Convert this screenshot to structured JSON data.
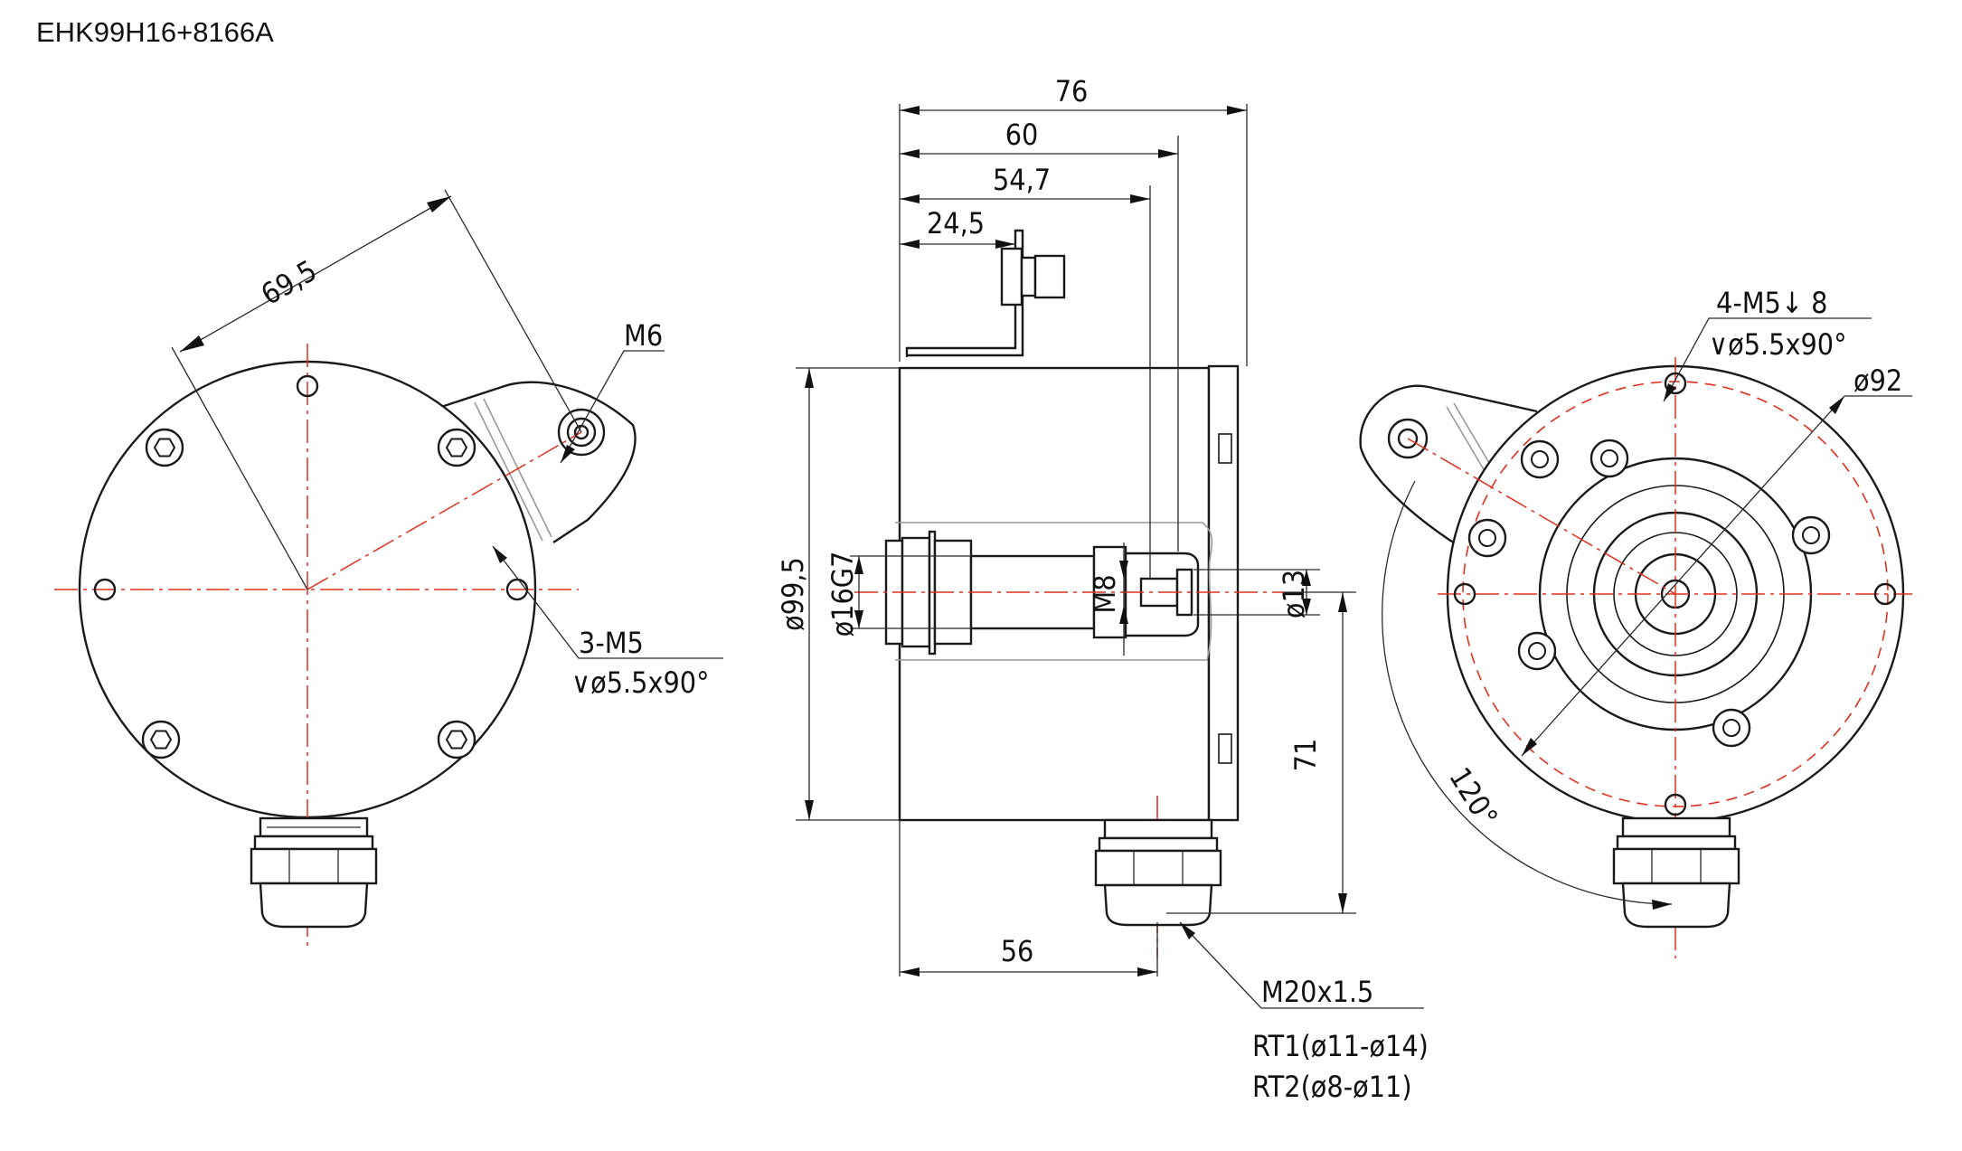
{
  "title": "EHK99H16+8166A",
  "front_view": {
    "dims": {
      "span": "69,5",
      "lug_hole": "M6"
    },
    "note": {
      "line1": "3-M5",
      "line2": "∨ø5.5x90°"
    }
  },
  "side_view": {
    "dims": {
      "length_76": "76",
      "length_60": "60",
      "length_54_7": "54,7",
      "length_24_5": "24,5",
      "body_diameter": "ø99,5",
      "bore": "ø16G7",
      "screw": "M8",
      "shaft": "ø13",
      "height_71": "71",
      "length_56": "56"
    },
    "gland_note": {
      "line1": "M20x1.5",
      "line2": "RT1(ø11-ø14)",
      "line3": "RT2(ø8-ø11)"
    }
  },
  "rear_view": {
    "note": {
      "line1": "4-M5↓ 8",
      "line2": "∨ø5.5x90°"
    },
    "dims": {
      "bolt_circle": "ø92",
      "angle": "120°"
    }
  },
  "colors": {
    "line": "#1a1a1a",
    "centerline": "#e0301e",
    "thin": "#9a9a9a"
  }
}
